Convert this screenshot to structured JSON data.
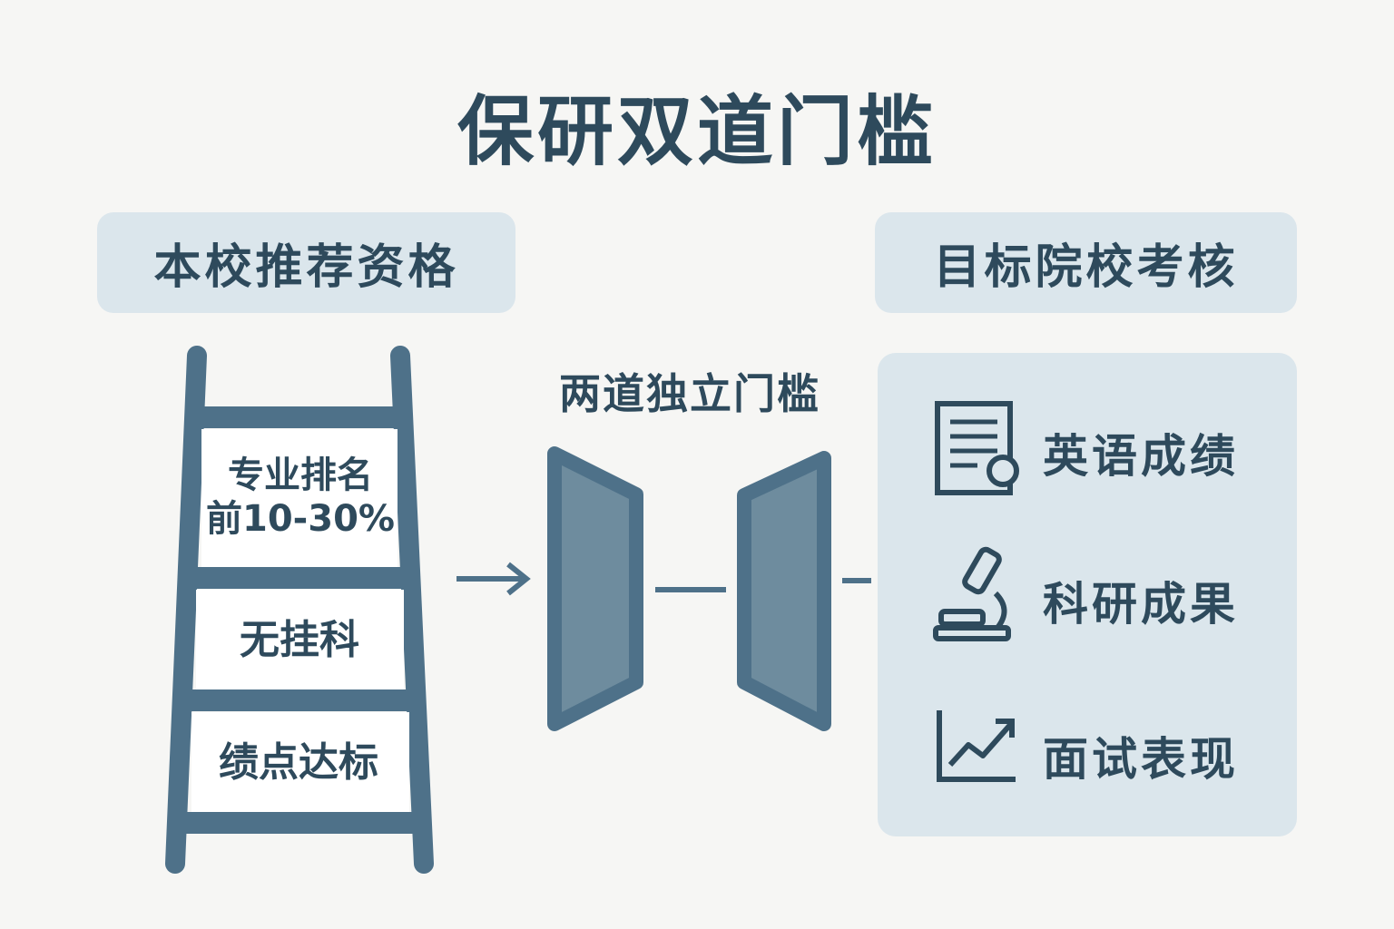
{
  "title": "保研双道门槛",
  "left_header": "本校推荐资格",
  "right_header": "目标院校考核",
  "ladder": {
    "rungs": [
      {
        "line1": "专业排名",
        "line2": "前10-30%"
      },
      {
        "line1": "无挂科"
      },
      {
        "line1": "绩点达标"
      }
    ]
  },
  "center_label": "两道独立门槛",
  "panel_items": [
    {
      "label": "英语成绩",
      "icon": "document-icon"
    },
    {
      "label": "科研成果",
      "icon": "microscope-icon"
    },
    {
      "label": "面试表现",
      "icon": "chart-up-icon"
    }
  ],
  "colors": {
    "primary": "#2e4a5c",
    "ladder": "#4e7189",
    "box_bg": "#dbe6ec",
    "door_fill": "#6e8c9e",
    "background": "#f6f6f4"
  }
}
